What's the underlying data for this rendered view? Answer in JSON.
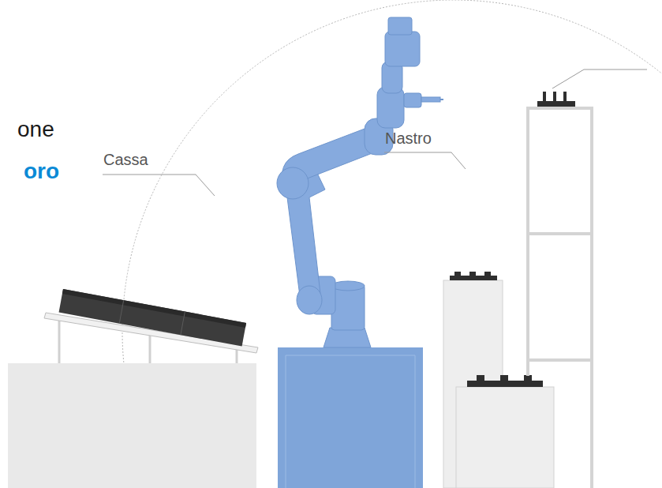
{
  "diagram": {
    "labels": [
      "one",
      "oro",
      "Cassa",
      "Nastro"
    ]
  }
}
